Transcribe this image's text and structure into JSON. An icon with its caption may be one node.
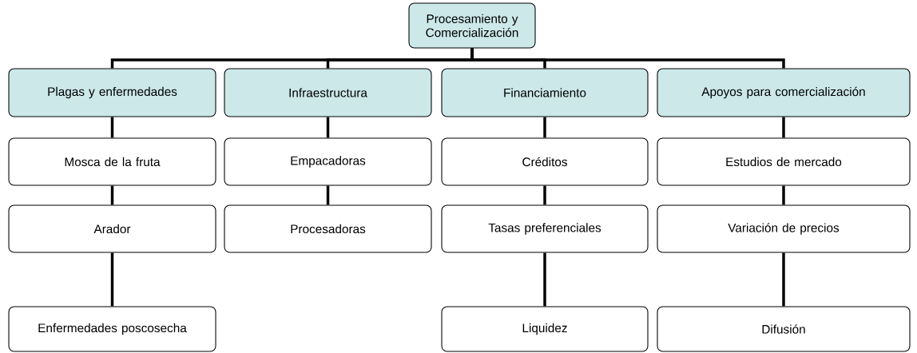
{
  "diagram": {
    "nodes": [
      {
        "text": [
          "Procesamiento y Comercialización"
        ]
      },
      {
        "text": [
          "Plagas y enfermedades"
        ]
      },
      {
        "text": [
          "Mosca de la fruta"
        ]
      },
      {
        "text": [
          "Arador"
        ]
      },
      {
        "text": [
          "Enfermedades poscosecha"
        ]
      },
      {
        "text": [
          "Infraestructura"
        ]
      },
      {
        "text": [
          "Empacadoras"
        ]
      },
      {
        "text": [
          "Procesadoras"
        ]
      },
      {
        "text": [
          "Financiamiento"
        ]
      },
      {
        "text": [
          "Créditos"
        ]
      },
      {
        "text": [
          "Tasas preferenciales"
        ]
      },
      {
        "text": [
          "Liquidez"
        ]
      },
      {
        "text": [
          "Apoyos para comercialización"
        ]
      },
      {
        "text": [
          "Estudios de mercado"
        ]
      },
      {
        "text": [
          "Variación de precios"
        ]
      },
      {
        "text": [
          "Difusión"
        ]
      }
    ],
    "edges": [
      {
        "from": 0,
        "to": 1,
        "arrow": "none"
      },
      {
        "from": 0,
        "to": 5,
        "arrow": "none"
      },
      {
        "from": 0,
        "to": 8,
        "arrow": "none"
      },
      {
        "from": 0,
        "to": 12,
        "arrow": "none"
      },
      {
        "from": 1,
        "to": 2,
        "arrow": "none"
      },
      {
        "from": 2,
        "to": 3,
        "arrow": "none"
      },
      {
        "from": 3,
        "to": 4,
        "arrow": "none"
      },
      {
        "from": 5,
        "to": 6,
        "arrow": "none"
      },
      {
        "from": 6,
        "to": 7,
        "arrow": "none"
      },
      {
        "from": 8,
        "to": 9,
        "arrow": "none"
      },
      {
        "from": 9,
        "to": 10,
        "arrow": "none"
      },
      {
        "from": 10,
        "to": 11,
        "arrow": "none"
      },
      {
        "from": 12,
        "to": 13,
        "arrow": "none"
      },
      {
        "from": 13,
        "to": 14,
        "arrow": "none"
      },
      {
        "from": 14,
        "to": 15,
        "arrow": "none"
      }
    ]
  }
}
